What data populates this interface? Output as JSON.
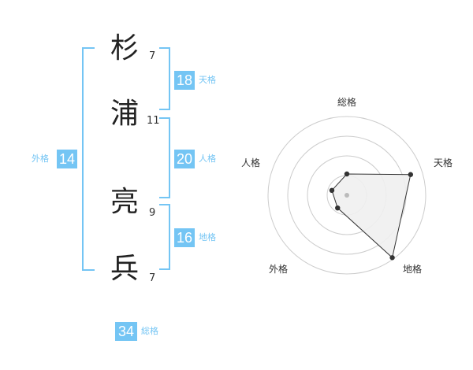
{
  "characters": [
    {
      "char": "杉",
      "strokes": "7"
    },
    {
      "char": "浦",
      "strokes": "11"
    },
    {
      "char": "亮",
      "strokes": "9"
    },
    {
      "char": "兵",
      "strokes": "7"
    }
  ],
  "kakusu": {
    "tenkaku": {
      "value": "18",
      "label": "天格"
    },
    "jinkaku": {
      "value": "20",
      "label": "人格"
    },
    "chikaku": {
      "value": "16",
      "label": "地格"
    },
    "gaikaku": {
      "value": "14",
      "label": "外格"
    },
    "soukaku": {
      "value": "34",
      "label": "総格"
    }
  },
  "chart_data": {
    "type": "radar",
    "axes": [
      "総格",
      "天格",
      "地格",
      "外格",
      "人格"
    ],
    "rings": 4,
    "values": [
      0.27,
      0.85,
      0.98,
      0.2,
      0.2
    ],
    "colors": {
      "fill": "#f0f0f0",
      "stroke": "#333333",
      "grid": "#cccccc",
      "accent": "#74c5f4"
    }
  }
}
